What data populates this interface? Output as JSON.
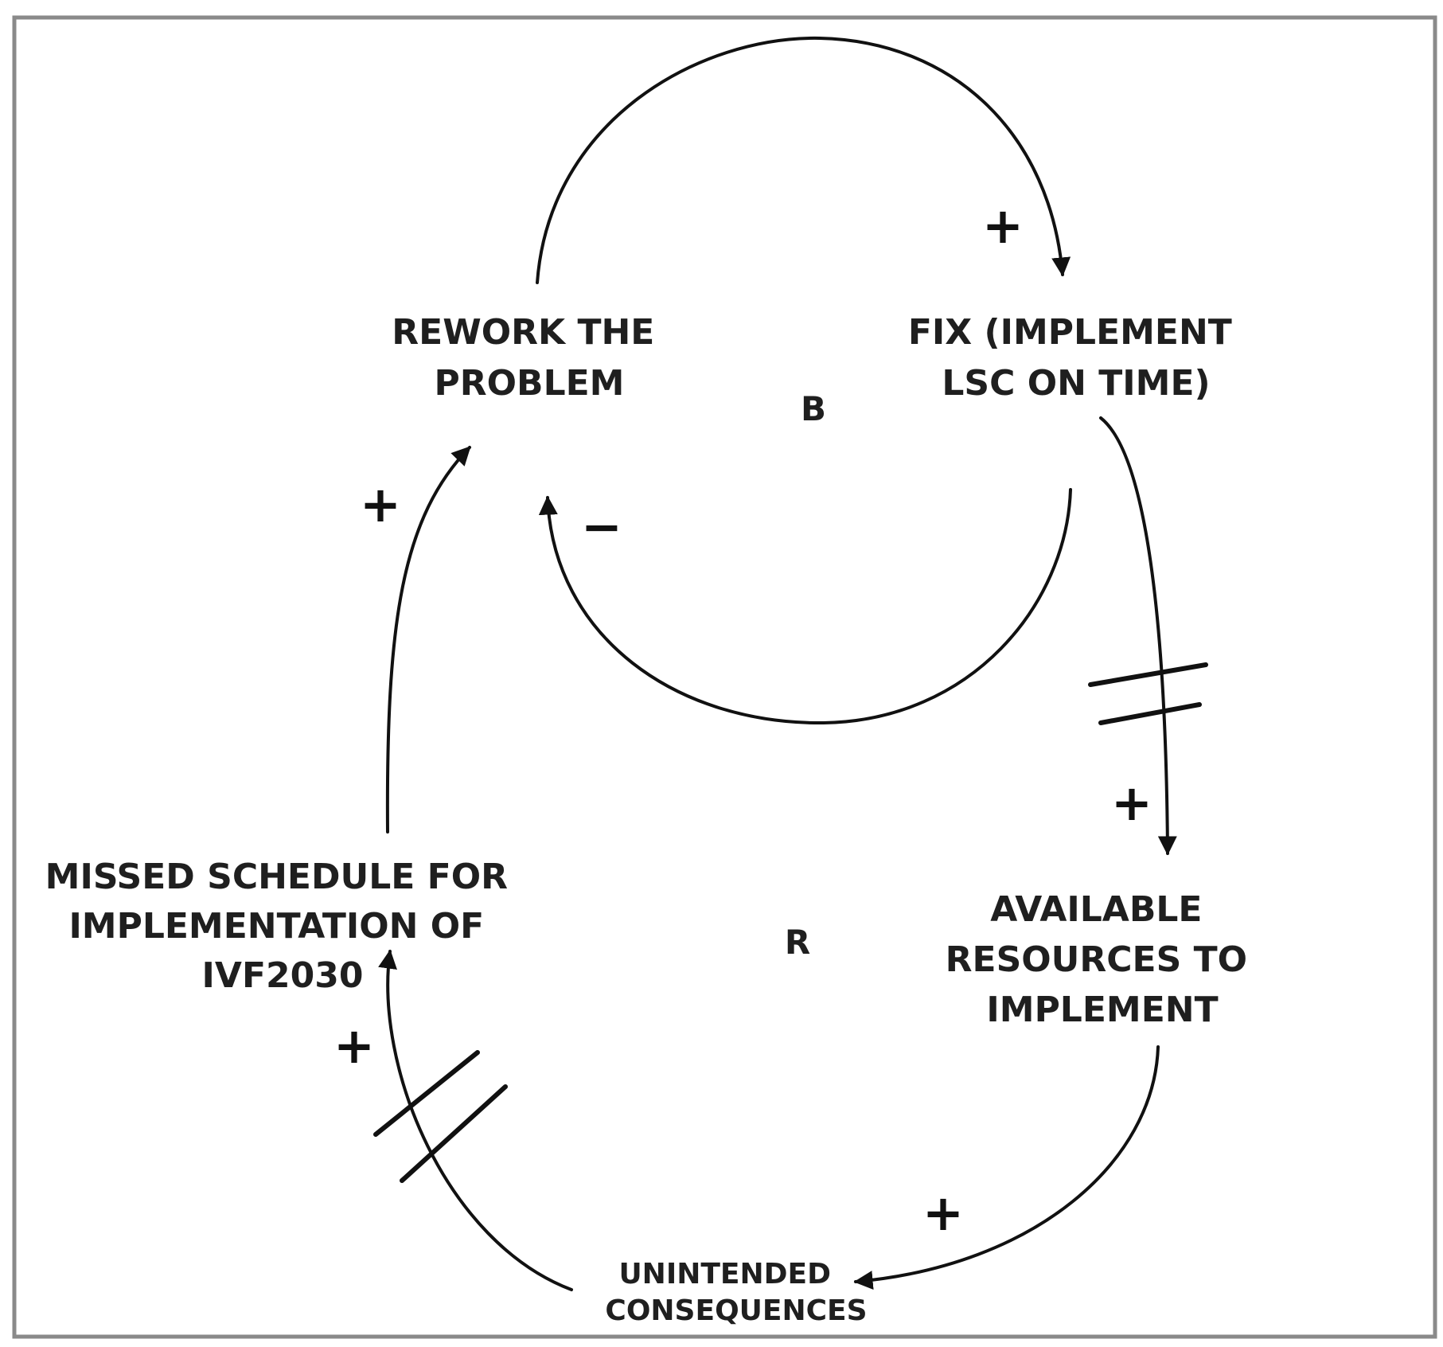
{
  "diagram": {
    "type": "causal-loop",
    "nodes": {
      "rework": [
        "REWORK THE",
        "PROBLEM"
      ],
      "fix": [
        "FIX (IMPLEMENT",
        "LSC ON TIME)"
      ],
      "resources": [
        "AVAILABLE",
        "RESOURCES TO",
        "IMPLEMENT"
      ],
      "unintended": [
        "UNINTENDED",
        "CONSEQUENCES"
      ],
      "missed": [
        "MISSED SCHEDULE FOR",
        "IMPLEMENTATION OF",
        "IVF2030"
      ]
    },
    "loops": {
      "balancing": "B",
      "reinforcing": "R"
    },
    "links": [
      {
        "from": "REWORK THE PROBLEM",
        "to": "FIX (IMPLEMENT LSC ON TIME)",
        "polarity": "+",
        "delay": false
      },
      {
        "from": "FIX (IMPLEMENT LSC ON TIME)",
        "to": "REWORK THE PROBLEM",
        "polarity": "−",
        "delay": false
      },
      {
        "from": "FIX (IMPLEMENT LSC ON TIME)",
        "to": "AVAILABLE RESOURCES TO IMPLEMENT",
        "polarity": "+",
        "delay": true
      },
      {
        "from": "AVAILABLE RESOURCES TO IMPLEMENT",
        "to": "UNINTENDED CONSEQUENCES",
        "polarity": "+",
        "delay": false
      },
      {
        "from": "UNINTENDED CONSEQUENCES",
        "to": "MISSED SCHEDULE FOR IMPLEMENTATION OF IVF2030",
        "polarity": "+",
        "delay": true
      },
      {
        "from": "MISSED SCHEDULE FOR IMPLEMENTATION OF IVF2030",
        "to": "REWORK THE PROBLEM",
        "polarity": "+",
        "delay": false
      }
    ],
    "polarity_labels": {
      "rework_to_fix": "+",
      "fix_to_rework": "−",
      "fix_to_resources": "+",
      "resources_to_unintended": "+",
      "unintended_to_missed": "+",
      "missed_to_rework": "+"
    }
  }
}
